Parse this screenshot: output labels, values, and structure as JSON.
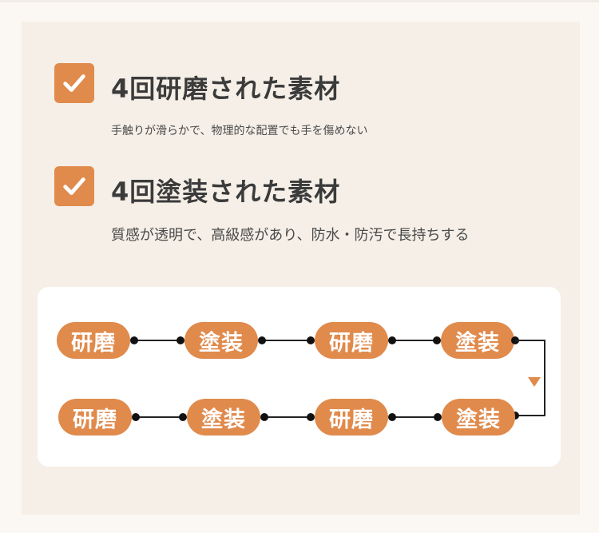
{
  "features": [
    {
      "title": "4回研磨された素材",
      "description": "手触りが滑らかで、物理的な配置でも手を傷めない"
    },
    {
      "title": "4回塗装された素材",
      "description": "質感が透明で、高級感があり、防水・防汚で長持ちする"
    }
  ],
  "icons": {
    "feature_check": "check-icon"
  },
  "flow": {
    "row1": [
      "研磨",
      "塗装",
      "研磨",
      "塗装"
    ],
    "row2": [
      "研磨",
      "塗装",
      "研磨",
      "塗装"
    ]
  },
  "colors": {
    "accent": "#e08a4c",
    "panel": "#f5efe7",
    "card": "#ffffff",
    "text": "#3b3b3b"
  }
}
